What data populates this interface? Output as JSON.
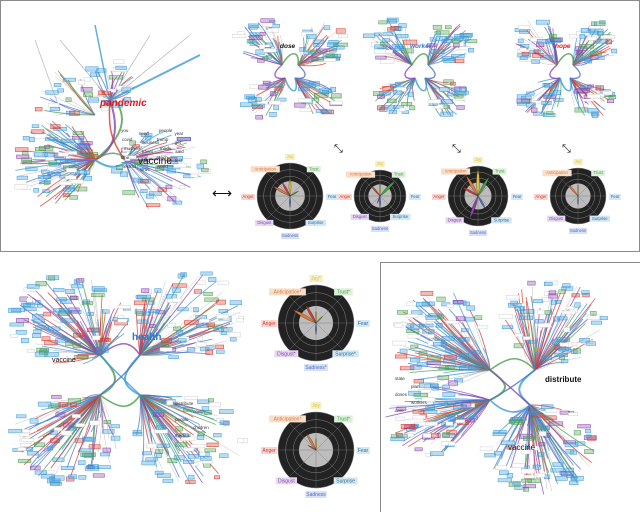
{
  "colors": {
    "trust": "#3a9ad9",
    "anticipation": "#e07a3a",
    "anger": "#d9382c",
    "fear": "#4a9d4a",
    "disgust": "#8a44b0",
    "sadness": "#4a6fc8",
    "surprise": "#3c8a8a",
    "joy": "#e0c23a",
    "edge_gray": "#9a9a9a",
    "highlight_red": "#e8141c",
    "highlight_blue": "#2a78d0",
    "black": "#111111"
  },
  "emotion_labels": {
    "joy": "Joy",
    "trust": "Trust",
    "anticipation": "Anticipation",
    "anger": "Anger",
    "fear": "Fear",
    "disgust": "Disgust",
    "sadness": "Sadness",
    "surprise": "Surprise",
    "joy_star": "Joy*",
    "trust_star": "Trust*",
    "anticipation_star": "Anticipation*",
    "surprise_star": "Surprise*",
    "sadness_star": "Sadness*",
    "fear_star": "Fear*"
  },
  "top_left": {
    "highlight": "pandemic",
    "center": "vaccine",
    "words": [
      "you",
      "need",
      "people",
      "year",
      "covid",
      "business",
      "trump",
      "get",
      "much",
      "travel",
      "made",
      "said",
      "time",
      "dead",
      "reach",
      "test",
      "restrict",
      "virus",
      "world"
    ]
  },
  "top_small": [
    {
      "highlight": "dose"
    },
    {
      "highlight": "worker"
    },
    {
      "highlight": "hope"
    }
  ],
  "bottom_left": {
    "highlight": "health",
    "center": "vaccine",
    "words": [
      "distribute",
      "covid",
      "people",
      "children",
      "medical"
    ]
  },
  "bottom_right": {
    "highlight": "distribute",
    "center": "vaccine",
    "words": [
      "state",
      "plan",
      "doses",
      "workers",
      "care"
    ]
  },
  "arrows": {
    "horizontal": "⟷",
    "diagonal": "⤡"
  }
}
